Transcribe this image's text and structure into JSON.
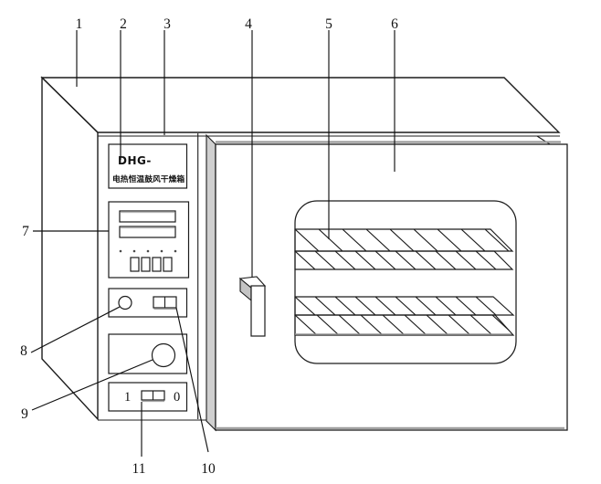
{
  "device": {
    "plate_line1": "DHG-",
    "plate_line2": "电热恒温鼓风干燥箱"
  },
  "power_switch": {
    "on_label": "1",
    "off_label": "0"
  },
  "callouts": {
    "n1": "1",
    "n2": "2",
    "n3": "3",
    "n4": "4",
    "n5": "5",
    "n6": "6",
    "n7": "7",
    "n8": "8",
    "n9": "9",
    "n10": "10",
    "n11": "11"
  }
}
